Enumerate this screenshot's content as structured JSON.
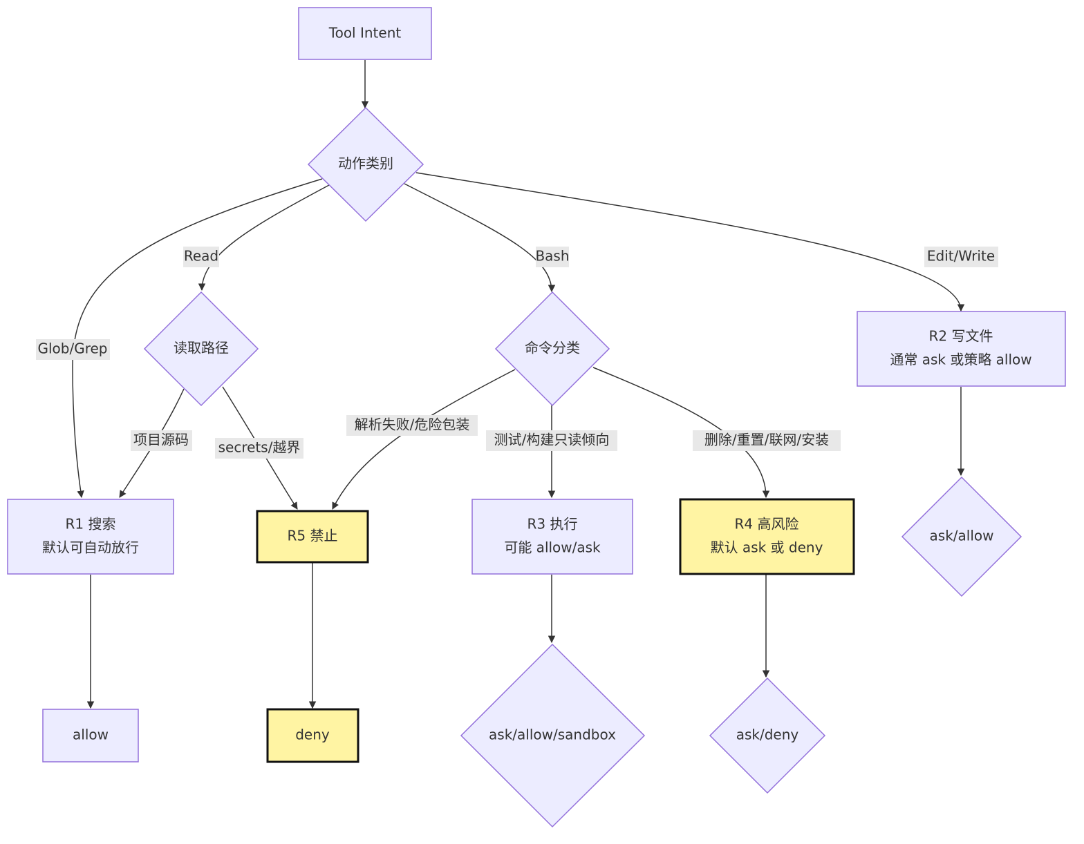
{
  "colors": {
    "node_fill": "#ECECFF",
    "node_stroke": "#9370DB",
    "highlight_fill": "#FFF4A3",
    "highlight_stroke": "#111111",
    "edge": "#333333",
    "edge_label_bg": "#E8E8E8"
  },
  "nodes": {
    "tool_intent": {
      "text": "Tool Intent"
    },
    "action_category": {
      "text": "动作类别"
    },
    "read_path": {
      "text": "读取路径"
    },
    "command_category": {
      "text": "命令分类"
    },
    "r2": {
      "line1": "R2 写文件",
      "line2": "通常 ask 或策略 allow"
    },
    "r1": {
      "line1": "R1 搜索",
      "line2": "默认可自动放行"
    },
    "r5": {
      "text": "R5 禁止"
    },
    "r3": {
      "line1": "R3 执行",
      "line2": "可能 allow/ask"
    },
    "r4": {
      "line1": "R4 高风险",
      "line2": "默认 ask 或 deny"
    },
    "ask_allow": {
      "text": "ask/allow"
    },
    "allow": {
      "text": "allow"
    },
    "deny": {
      "text": "deny"
    },
    "ask_allow_sandbox": {
      "text": "ask/allow/sandbox"
    },
    "ask_deny": {
      "text": "ask/deny"
    }
  },
  "edges": {
    "read": "Read",
    "bash": "Bash",
    "edit_write": "Edit/Write",
    "glob_grep": "Glob/Grep",
    "project_source": "项目源码",
    "secrets": "secrets/越界",
    "parse_fail": "解析失败/危险包装",
    "test_build": "测试/构建只读倾向",
    "delete_reset": "删除/重置/联网/安装"
  }
}
